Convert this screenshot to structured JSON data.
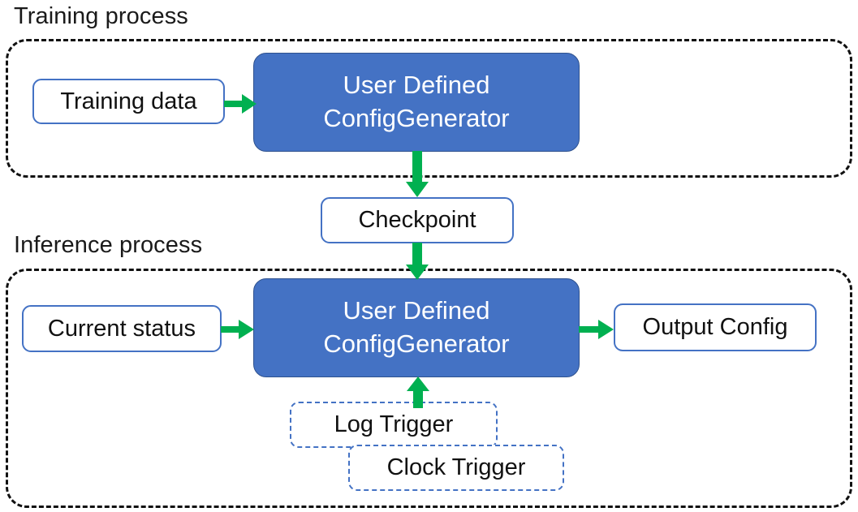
{
  "diagram": {
    "title_training": "Training process",
    "title_inference": "Inference process",
    "colors": {
      "accent_blue": "#4472C4",
      "node_border_blue": "#4472C4",
      "arrow_green": "#00B050",
      "container_dash": "#111111",
      "node_text_light": "#FFFFFF",
      "node_text_dark": "#111111"
    },
    "nodes": {
      "training_data": "Training data",
      "generator_training_line1": "User Defined",
      "generator_training_line2": "ConfigGenerator",
      "checkpoint": "Checkpoint",
      "current_status": "Current status",
      "generator_inference_line1": "User Defined",
      "generator_inference_line2": "ConfigGenerator",
      "output_config": "Output Config",
      "log_trigger": "Log Trigger",
      "clock_trigger": "Clock Trigger"
    },
    "arrows": [
      {
        "name": "training-data-to-generator",
        "from": "Training data",
        "to": "User Defined ConfigGenerator",
        "direction": "right"
      },
      {
        "name": "generator-to-checkpoint",
        "from": "User Defined ConfigGenerator",
        "to": "Checkpoint",
        "direction": "down"
      },
      {
        "name": "checkpoint-to-generator",
        "from": "Checkpoint",
        "to": "User Defined ConfigGenerator",
        "direction": "down"
      },
      {
        "name": "status-to-generator",
        "from": "Current status",
        "to": "User Defined ConfigGenerator",
        "direction": "right"
      },
      {
        "name": "generator-to-output",
        "from": "User Defined ConfigGenerator",
        "to": "Output Config",
        "direction": "right"
      },
      {
        "name": "triggers-to-generator",
        "from": "Log Trigger / Clock Trigger",
        "to": "User Defined ConfigGenerator",
        "direction": "up"
      }
    ]
  }
}
